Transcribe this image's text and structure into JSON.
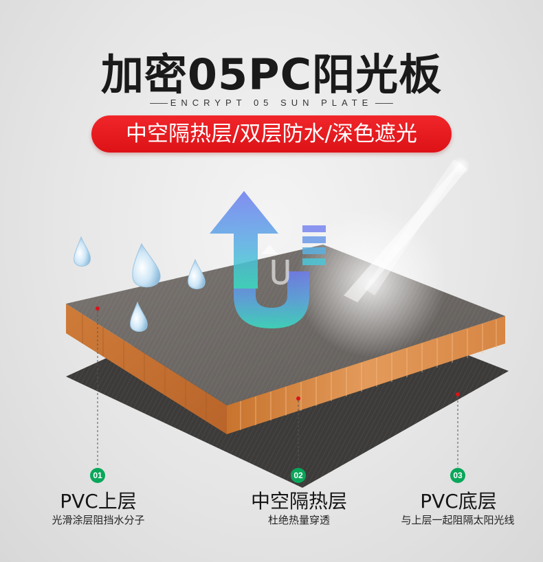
{
  "header": {
    "title": "加密05PC阳光板",
    "subtitle_en": "ENCRYPT 05 SUN PLATE",
    "banner": "中空隔热层/双层防水/深色遮光"
  },
  "colors": {
    "banner_red": "#e01a1e",
    "badge_green": "#0aa65a",
    "honeycomb_orange": "#d98c4a",
    "top_layer_gray": "#6f6a66",
    "bottom_layer_dark": "#3c3a38"
  },
  "layers": [
    {
      "num": "01",
      "title": "PVC上层",
      "desc": "光滑涂层阻挡水分子"
    },
    {
      "num": "02",
      "title": "中空隔热层",
      "desc": "杜绝热量穿透"
    },
    {
      "num": "03",
      "title": "PVC底层",
      "desc": "与上层一起阻隔太阳光线"
    }
  ],
  "icons": [
    "water-drop-icon",
    "uv-block-arrow-icon",
    "sunlight-icon"
  ]
}
